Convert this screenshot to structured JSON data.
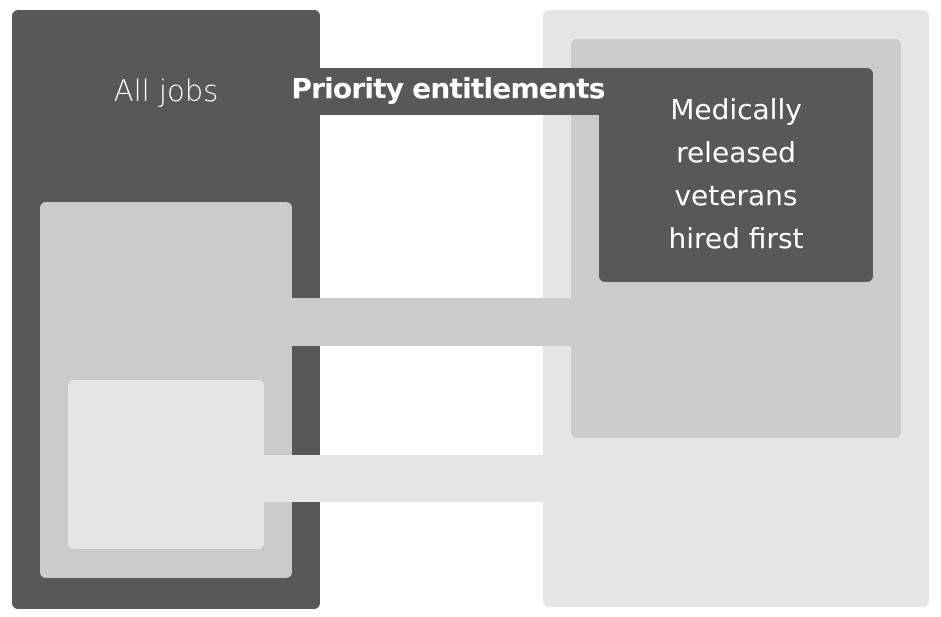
{
  "diagram": {
    "all_jobs_label": "All jobs",
    "priority_label": "Priority entitlements",
    "medical_lines": [
      "Medically",
      "released",
      "veterans",
      "hired first"
    ]
  },
  "colors": {
    "dark": "#58585a",
    "mid": "#cbcbcb",
    "light": "#e5e5e5"
  }
}
